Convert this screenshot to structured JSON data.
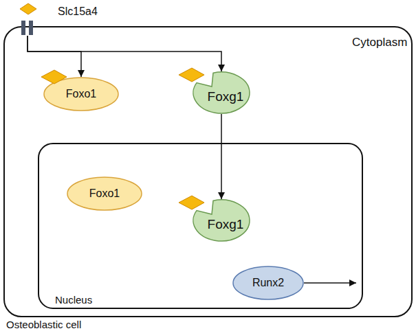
{
  "diagram": {
    "nodes": [
      {
        "text": [
          "Cytoplasm",
          "Osteoblastic cell"
        ]
      },
      {
        "text": [
          "Slc15a4"
        ]
      },
      {
        "text": [
          "Foxo1"
        ],
        "in": 0
      },
      {
        "text": [
          "Foxg1"
        ],
        "in": 0
      },
      {
        "text": [
          "Nucleus"
        ],
        "in": 0
      },
      {
        "text": [
          "Foxo1"
        ],
        "in": 4
      },
      {
        "text": [
          "Foxg1"
        ],
        "in": 4
      },
      {
        "text": [
          "Runx2"
        ],
        "in": 4
      }
    ],
    "edges": [
      {
        "from": 1,
        "to": 2,
        "arrow": "to"
      },
      {
        "from": 1,
        "to": 3,
        "arrow": "to"
      },
      {
        "from": 3,
        "to": 6,
        "arrow": "to"
      }
    ]
  }
}
